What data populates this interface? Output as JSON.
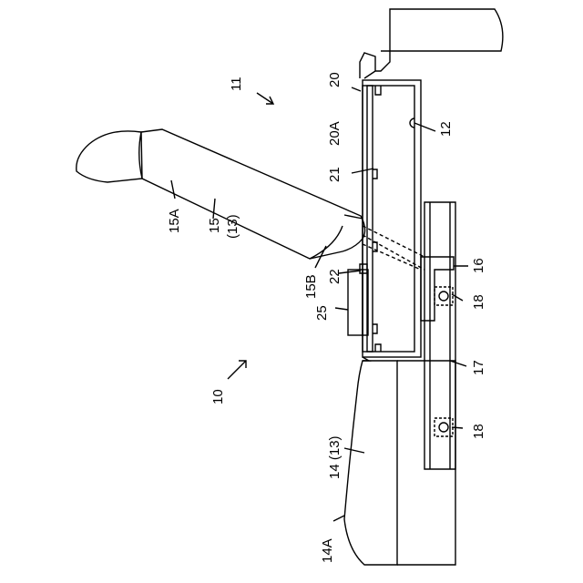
{
  "figure": {
    "labels": {
      "l10": "10",
      "l11": "11",
      "l12": "12",
      "l14": "14 (13)",
      "l14a": "14A",
      "l15": "15",
      "l15sub": "(13)",
      "l15a": "15A",
      "l15b": "15B",
      "l16": "16",
      "l17": "17",
      "l18a": "18",
      "l18b": "18",
      "l20": "20",
      "l20a": "20A",
      "l21": "21",
      "l22": "22",
      "l25": "25"
    }
  }
}
